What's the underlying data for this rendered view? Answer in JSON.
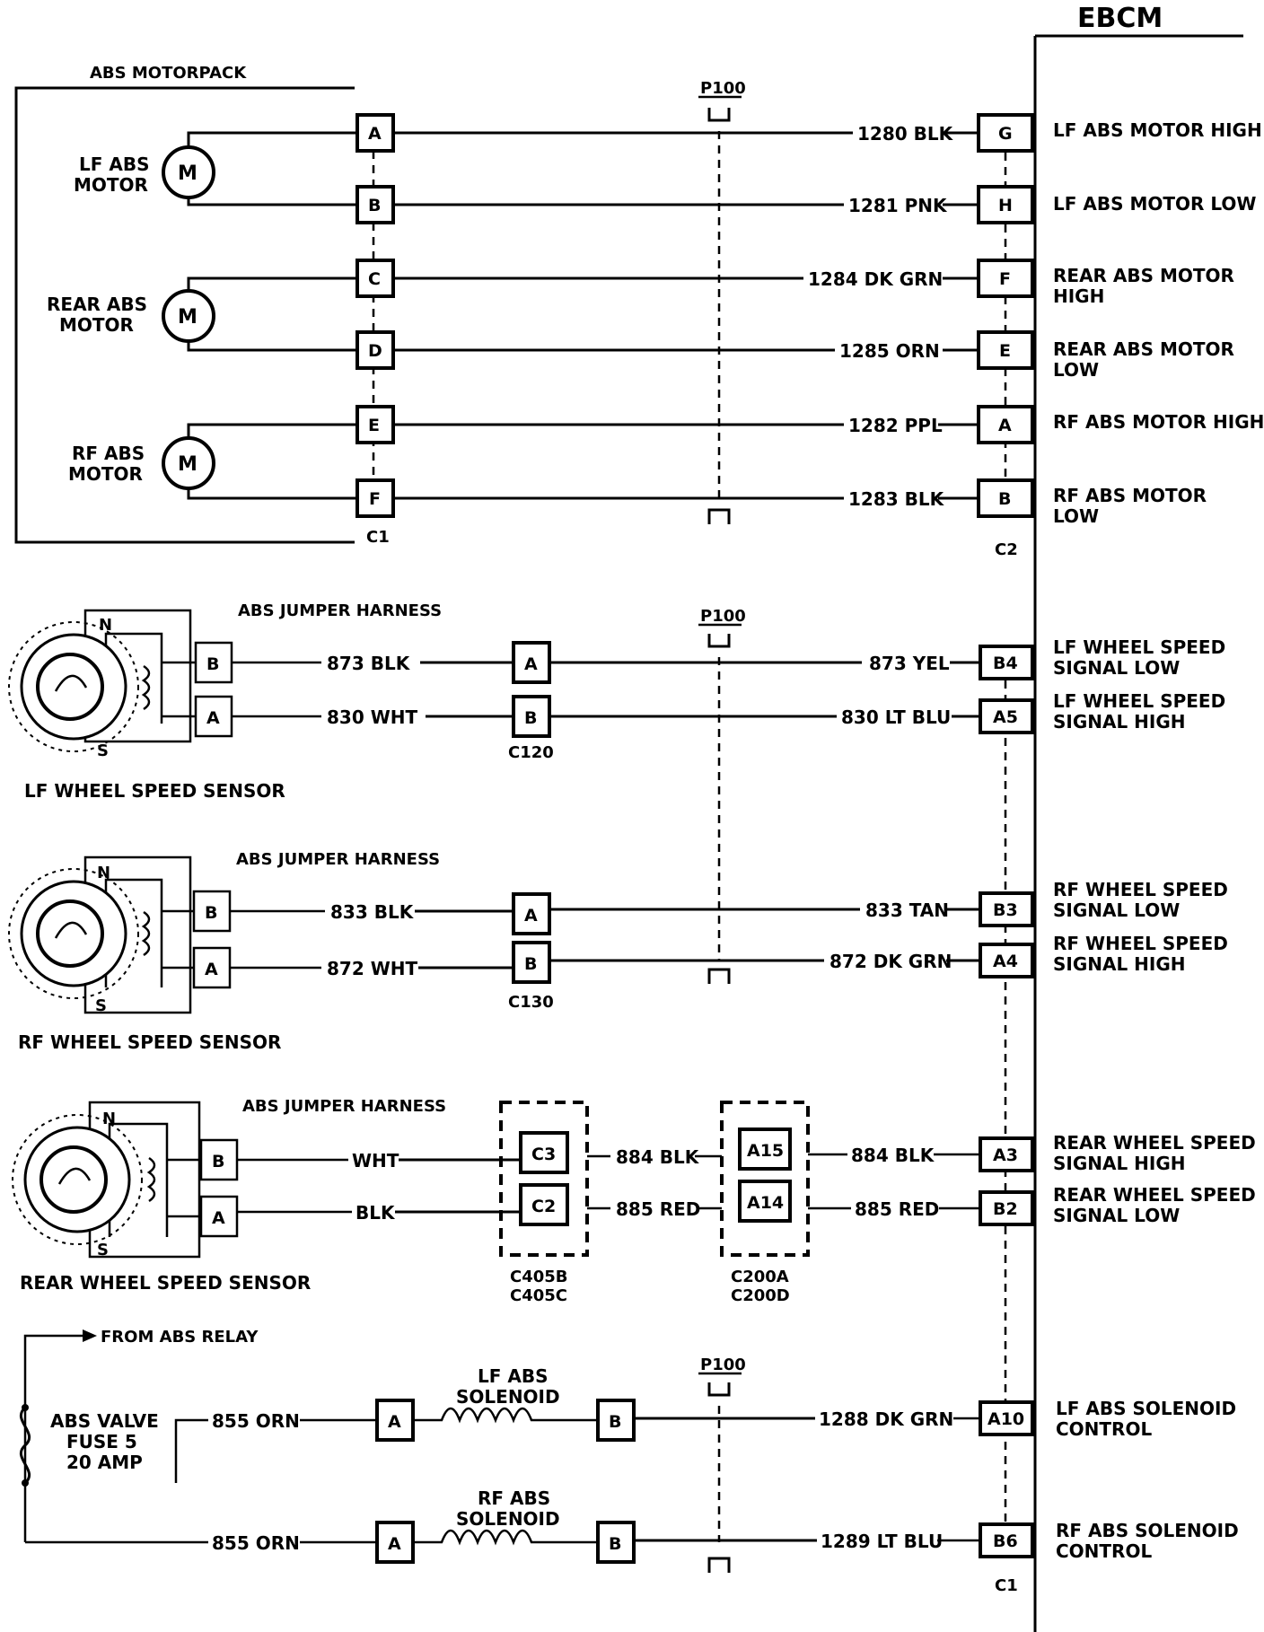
{
  "ebcm": {
    "title": "EBCM",
    "connector_c2": "C2",
    "connector_c1": "C1"
  },
  "motorpack": {
    "title": "ABS MOTORPACK",
    "connector": "C1",
    "motors": [
      {
        "name_line1": "LF ABS",
        "name_line2": "MOTOR",
        "symbol": "M"
      },
      {
        "name_line1": "REAR ABS",
        "name_line2": "MOTOR",
        "symbol": "M"
      },
      {
        "name_line1": "RF ABS",
        "name_line2": "MOTOR",
        "symbol": "M"
      }
    ],
    "circuits": [
      {
        "pin": "A",
        "wire": "1280 BLK",
        "ebcm_pin": "G",
        "ebcm_line1": "LF ABS MOTOR HIGH",
        "ebcm_line2": ""
      },
      {
        "pin": "B",
        "wire": "1281 PNK",
        "ebcm_pin": "H",
        "ebcm_line1": "LF ABS MOTOR LOW",
        "ebcm_line2": ""
      },
      {
        "pin": "C",
        "wire": "1284 DK GRN",
        "ebcm_pin": "F",
        "ebcm_line1": "REAR ABS MOTOR",
        "ebcm_line2": "HIGH"
      },
      {
        "pin": "D",
        "wire": "1285 ORN",
        "ebcm_pin": "E",
        "ebcm_line1": "REAR  ABS MOTOR",
        "ebcm_line2": "LOW"
      },
      {
        "pin": "E",
        "wire": "1282 PPL",
        "ebcm_pin": "A",
        "ebcm_line1": "RF ABS MOTOR HIGH",
        "ebcm_line2": ""
      },
      {
        "pin": "F",
        "wire": "1283 BLK",
        "ebcm_pin": "B",
        "ebcm_line1": "RF ABS MOTOR",
        "ebcm_line2": "LOW"
      }
    ]
  },
  "splice": {
    "label": "P100"
  },
  "lf_sensor": {
    "title": "LF WHEEL SPEED SENSOR",
    "harness": "ABS JUMPER HARNESS",
    "n": "N",
    "s": "S",
    "pin_top": "B",
    "pin_bottom": "A",
    "wire_top": "873 BLK",
    "wire_bottom": "830 WHT",
    "conn_pin_top": "A",
    "conn_pin_bottom": "B",
    "conn_label": "C120",
    "ebcm_wire_top": "873 YEL",
    "ebcm_wire_bottom": "830 LT BLU",
    "ebcm_pin_top": "B4",
    "ebcm_pin_bottom": "A5",
    "ebcm_top_line1": "LF WHEEL SPEED",
    "ebcm_top_line2": "SIGNAL LOW",
    "ebcm_bottom_line1": "LF WHEEL SPEED",
    "ebcm_bottom_line2": "SIGNAL HIGH"
  },
  "rf_sensor": {
    "title": "RF WHEEL SPEED SENSOR",
    "harness": "ABS JUMPER HARNESS",
    "n": "N",
    "s": "S",
    "pin_top": "B",
    "pin_bottom": "A",
    "wire_top": "833 BLK",
    "wire_bottom": "872 WHT",
    "conn_pin_top": "A",
    "conn_pin_bottom": "B",
    "conn_label": "C130",
    "ebcm_wire_top": "833 TAN",
    "ebcm_wire_bottom": "872 DK GRN",
    "ebcm_pin_top": "B3",
    "ebcm_pin_bottom": "A4",
    "ebcm_top_line1": "RF WHEEL SPEED",
    "ebcm_top_line2": "SIGNAL LOW",
    "ebcm_bottom_line1": "RF WHEEL SPEED",
    "ebcm_bottom_line2": "SIGNAL HIGH"
  },
  "rear_sensor": {
    "title": "REAR WHEEL SPEED SENSOR",
    "harness": "ABS JUMPER HARNESS",
    "n": "N",
    "s": "S",
    "pin_top": "B",
    "pin_bottom": "A",
    "wire_top": "WHT",
    "wire_bottom": "BLK",
    "c405_pin_top": "C3",
    "c405_pin_bottom": "C2",
    "c405_line1": "C405B",
    "c405_line2": "C405C",
    "mid_wire_top": "884 BLK",
    "mid_wire_bottom": "885 RED",
    "c200_pin_top": "A15",
    "c200_pin_bottom": "A14",
    "c200_line1": "C200A",
    "c200_line2": "C200D",
    "ebcm_wire_top": "884 BLK",
    "ebcm_wire_bottom": "885 RED",
    "ebcm_pin_top": "A3",
    "ebcm_pin_bottom": "B2",
    "ebcm_top_line1": "REAR WHEEL SPEED",
    "ebcm_top_line2": "SIGNAL HIGH",
    "ebcm_bottom_line1": "REAR WHEEL SPEED",
    "ebcm_bottom_line2": "SIGNAL LOW"
  },
  "solenoids": {
    "relay_label": "FROM ABS RELAY",
    "fuse_line1": "ABS VALVE",
    "fuse_line2": "FUSE 5",
    "fuse_line3": "20 AMP",
    "items": [
      {
        "name_line1": "LF ABS",
        "name_line2": "SOLENOID",
        "feed_wire": "855 ORN",
        "pin_in": "A",
        "pin_out": "B",
        "ebcm_wire": "1288 DK GRN",
        "ebcm_pin": "A10",
        "ebcm_line1": "LF ABS SOLENOID",
        "ebcm_line2": "CONTROL"
      },
      {
        "name_line1": "RF ABS",
        "name_line2": "SOLENOID",
        "feed_wire": "855 ORN",
        "pin_in": "A",
        "pin_out": "B",
        "ebcm_wire": "1289 LT BLU",
        "ebcm_pin": "B6",
        "ebcm_line1": "RF ABS SOLENOID",
        "ebcm_line2": "CONTROL"
      }
    ]
  }
}
